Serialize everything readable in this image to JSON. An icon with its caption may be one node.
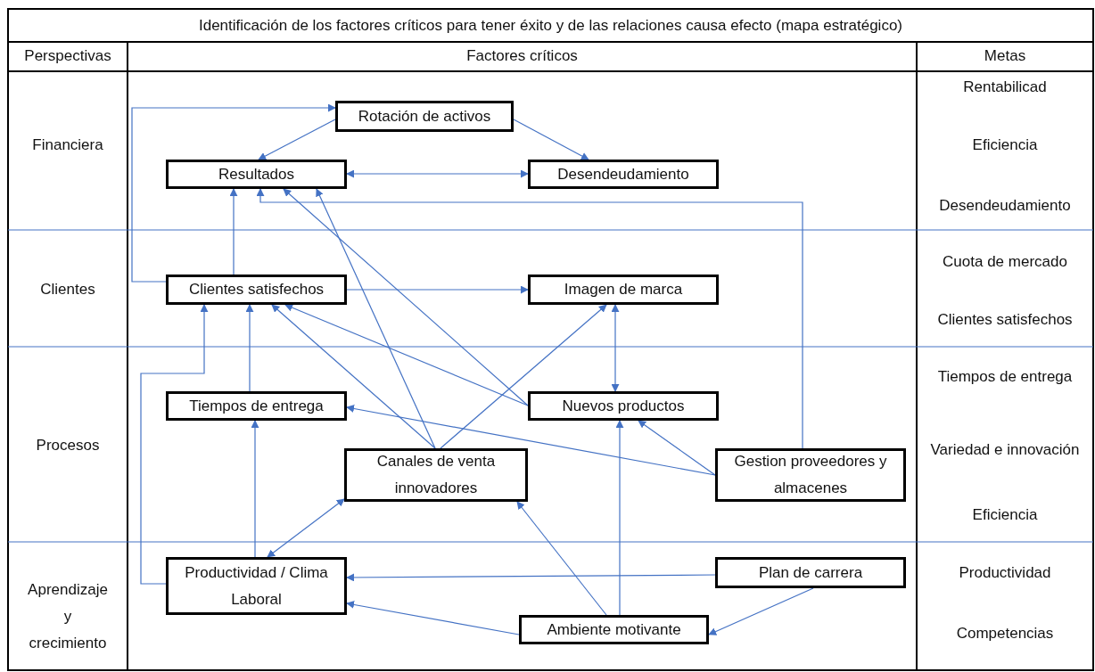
{
  "diagram": {
    "title": "Identificación de los factores críticos para tener éxito y de las relaciones causa efecto (mapa estratégico)",
    "nodes": [
      {
        "text": [
          "Rotación de activos"
        ]
      },
      {
        "text": [
          "Resultados"
        ]
      },
      {
        "text": [
          "Desendeudamiento"
        ]
      },
      {
        "text": [
          "Clientes satisfechos"
        ]
      },
      {
        "text": [
          "Imagen de marca"
        ]
      },
      {
        "text": [
          "Tiempos de entrega"
        ]
      },
      {
        "text": [
          "Nuevos productos"
        ]
      },
      {
        "text": [
          "Canales de venta innovadores"
        ]
      },
      {
        "text": [
          "Gestion proveedores y almacenes"
        ]
      },
      {
        "text": [
          "Productividad / Clima Laboral"
        ]
      },
      {
        "text": [
          "Plan de carrera"
        ]
      },
      {
        "text": [
          "Ambiente motivante"
        ]
      }
    ],
    "edges": [
      {
        "from": 3,
        "to": 0,
        "arrow": "to"
      },
      {
        "from": 0,
        "to": 1,
        "arrow": "to"
      },
      {
        "from": 0,
        "to": 2,
        "arrow": "to"
      },
      {
        "from": 1,
        "to": 2,
        "arrow": "both"
      },
      {
        "from": 3,
        "to": 1,
        "arrow": "to"
      },
      {
        "from": 8,
        "to": 1,
        "arrow": "to"
      },
      {
        "from": 6,
        "to": 1,
        "arrow": "to"
      },
      {
        "from": 7,
        "to": 1,
        "arrow": "to"
      },
      {
        "from": 3,
        "to": 4,
        "arrow": "to"
      },
      {
        "from": 9,
        "to": 3,
        "arrow": "to"
      },
      {
        "from": 5,
        "to": 3,
        "arrow": "to"
      },
      {
        "from": 7,
        "to": 3,
        "arrow": "to"
      },
      {
        "from": 6,
        "to": 3,
        "arrow": "to"
      },
      {
        "from": 7,
        "to": 4,
        "arrow": "to"
      },
      {
        "from": 4,
        "to": 6,
        "arrow": "both"
      },
      {
        "from": 8,
        "to": 5,
        "arrow": "to"
      },
      {
        "from": 8,
        "to": 6,
        "arrow": "to"
      },
      {
        "from": 9,
        "to": 5,
        "arrow": "to"
      },
      {
        "from": 9,
        "to": 7,
        "arrow": "both"
      },
      {
        "from": 11,
        "to": 7,
        "arrow": "to"
      },
      {
        "from": 11,
        "to": 6,
        "arrow": "to"
      },
      {
        "from": 10,
        "to": 9,
        "arrow": "to"
      },
      {
        "from": 11,
        "to": 9,
        "arrow": "to"
      },
      {
        "from": 10,
        "to": 11,
        "arrow": "to"
      }
    ],
    "labels": [
      "Perspectivas",
      "Factores críticos",
      "Metas",
      "Financiera",
      "Clientes",
      "Procesos",
      "Aprendizaje y crecimiento",
      "Rentabilicad",
      "Eficiencia",
      "Desendeudamiento",
      "Cuota de mercado",
      "Clientes satisfechos",
      "Tiempos de entrega",
      "Variedad e innovación",
      "Eficiencia",
      "Productividad",
      "Competencias"
    ]
  }
}
